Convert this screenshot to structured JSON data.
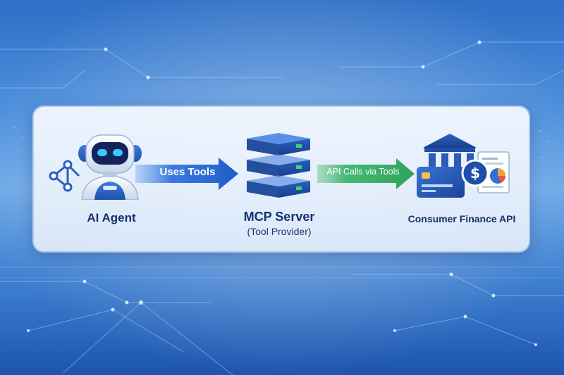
{
  "nodes": {
    "agent": {
      "label": "AI Agent"
    },
    "server": {
      "label": "MCP Server",
      "sublabel": "(Tool Provider)"
    },
    "finance": {
      "label": "Consumer Finance API"
    }
  },
  "edges": {
    "uses_tools": {
      "label": "Uses Tools",
      "color": "#2f6fd6"
    },
    "api_calls": {
      "label": "API Calls via Tools",
      "color": "#3cb46a"
    }
  },
  "colors": {
    "panel": "#eef4fd",
    "label_text": "#14306e",
    "server_blue": "#1f4fa8",
    "robot_eye": "#3cc8ff"
  }
}
